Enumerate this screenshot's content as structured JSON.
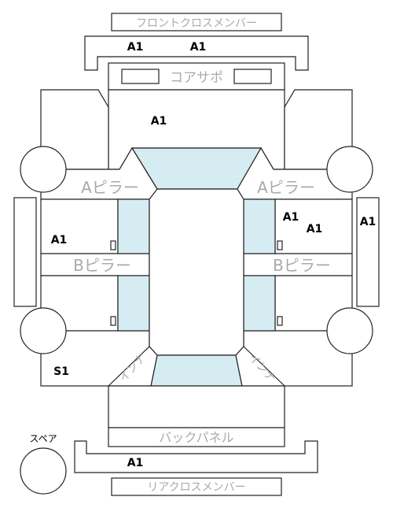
{
  "parts": {
    "front_cross_member": "フロントクロスメンバー",
    "core_support": "コアサポ",
    "a_pillar_left": "Aピラー",
    "a_pillar_right": "Aピラー",
    "b_pillar_left": "Bピラー",
    "b_pillar_right": "Bピラー",
    "inner_left": "インナ",
    "inner_right": "インナ",
    "back_panel": "バックパネル",
    "rear_cross_member": "リアクロスメンバー",
    "spare": "スペア"
  },
  "grades": {
    "front_cross_left": "A1",
    "front_cross_right": "A1",
    "front_area": "A1",
    "right_front_1": "A1",
    "right_front_2": "A1",
    "right_rocker": "A1",
    "left_front_door": "A1",
    "left_rear_quarter": "S1",
    "rear_cross_member": "A1"
  },
  "colors": {
    "glass": "#d6ecf3",
    "outline": "#222222",
    "part_label": "#aaaaaa"
  }
}
